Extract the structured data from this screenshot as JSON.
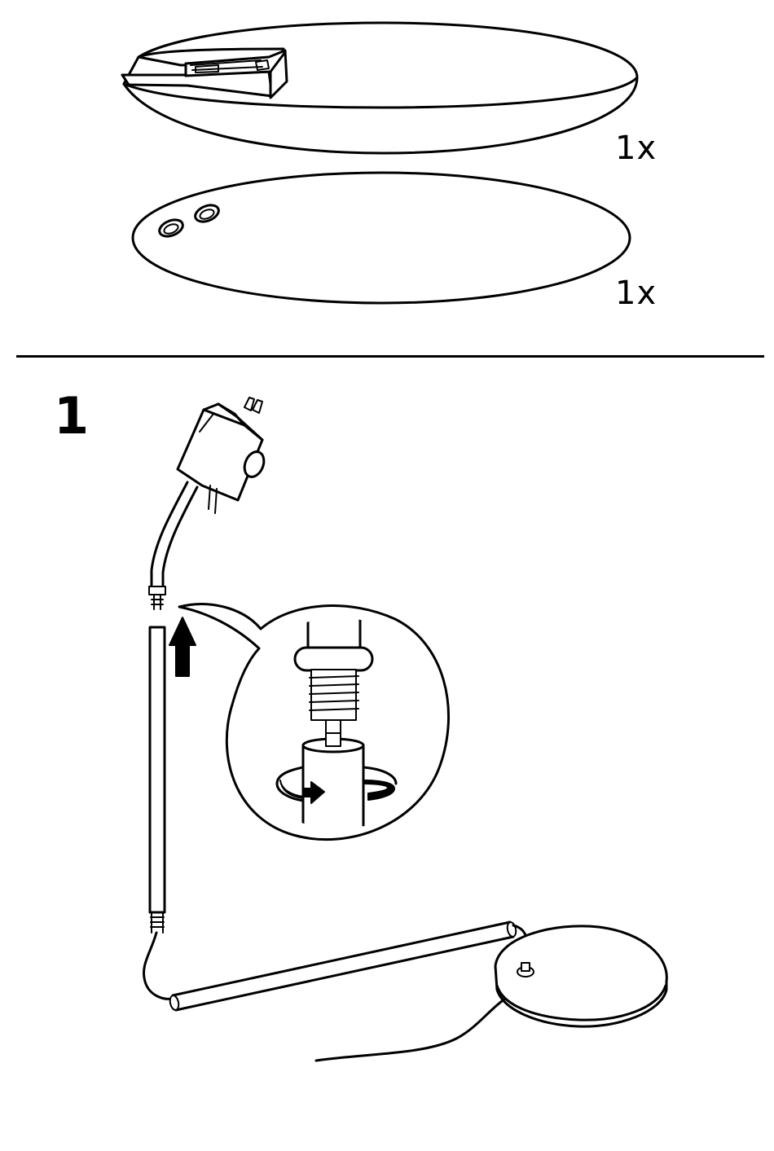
{
  "parts": [
    {
      "quantity": "1x",
      "icon": "shade-top-icon"
    },
    {
      "quantity": "1x",
      "icon": "shade-bottom-icon"
    }
  ],
  "step": {
    "number": "1",
    "icons": [
      "lamp-arm-icon",
      "up-arrow-icon",
      "detail-magnifier-icon",
      "rotate-arrow-icon",
      "lamp-base-icon"
    ]
  }
}
